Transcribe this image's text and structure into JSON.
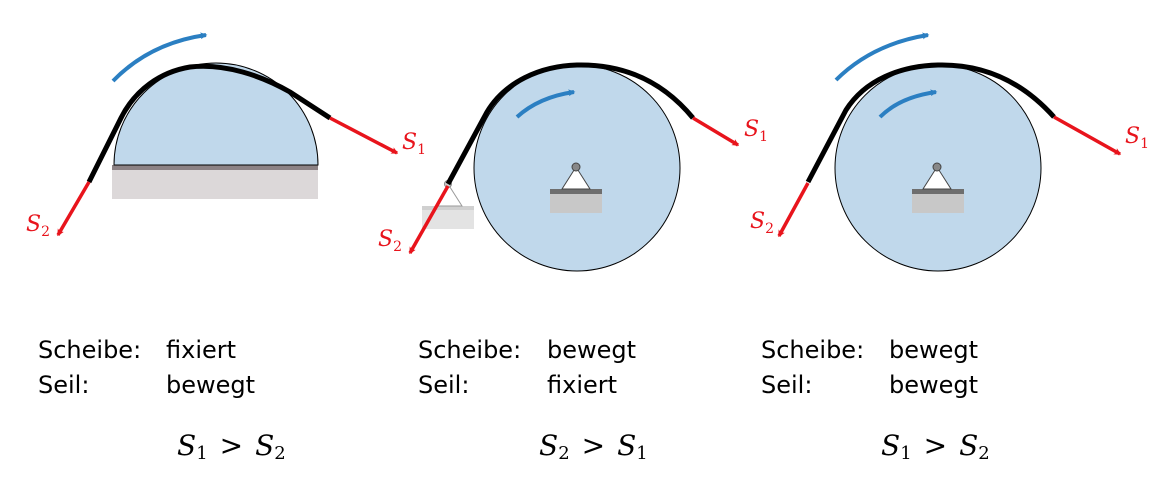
{
  "colors": {
    "pulley_fill": "#c0d8eb",
    "rope": "#000000",
    "force_arrow": "#e8141c",
    "rotation_arrow": "#2b7fc2",
    "support_dark": "#8c8285",
    "support_light": "#dcd8d9"
  },
  "panels": [
    {
      "force_upper": {
        "symbol": "S",
        "index": "1"
      },
      "force_lower": {
        "symbol": "S",
        "index": "2"
      },
      "caption": {
        "row1_label": "Scheibe:",
        "row1_value": "fixiert",
        "row2_label": "Seil:",
        "row2_value": "bewegt"
      },
      "relation": {
        "left_symbol": "S",
        "left_index": "1",
        "operator": ">",
        "right_symbol": "S",
        "right_index": "2"
      }
    },
    {
      "force_upper": {
        "symbol": "S",
        "index": "1"
      },
      "force_lower": {
        "symbol": "S",
        "index": "2"
      },
      "caption": {
        "row1_label": "Scheibe:",
        "row1_value": "bewegt",
        "row2_label": "Seil:",
        "row2_value": "fixiert"
      },
      "relation": {
        "left_symbol": "S",
        "left_index": "2",
        "operator": ">",
        "right_symbol": "S",
        "right_index": "1"
      }
    },
    {
      "force_upper": {
        "symbol": "S",
        "index": "1"
      },
      "force_lower": {
        "symbol": "S",
        "index": "2"
      },
      "caption": {
        "row1_label": "Scheibe:",
        "row1_value": "bewegt",
        "row2_label": "Seil:",
        "row2_value": "bewegt"
      },
      "relation": {
        "left_symbol": "S",
        "left_index": "1",
        "operator": ">",
        "right_symbol": "S",
        "right_index": "2"
      }
    }
  ]
}
